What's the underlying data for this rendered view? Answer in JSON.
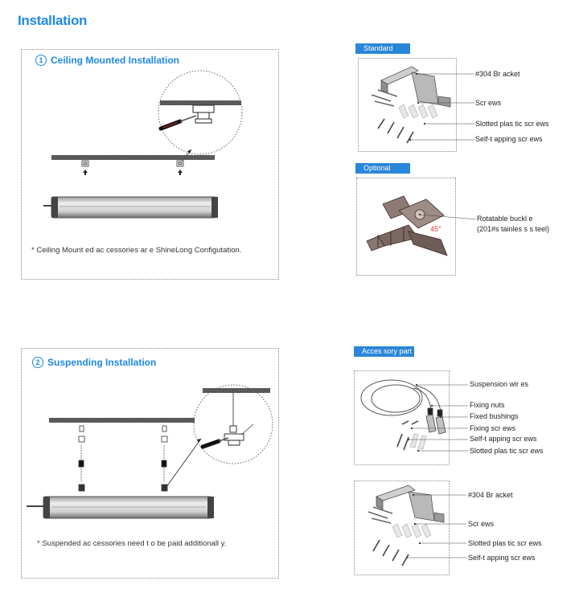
{
  "page_title": "Installation",
  "ceiling": {
    "num": "1",
    "title": "Ceiling Mounted Installation",
    "note": "* Ceiling Mount ed ac cessories ar e ShineLong  Configutation."
  },
  "suspending": {
    "num": "2",
    "title": "Suspending Installation",
    "note": "* Suspended ac cessories need t o be paid additionall y."
  },
  "standard": {
    "tag": "Standard",
    "labels": [
      "#304 Br acket",
      "Scr ews",
      "Slotted plas tic scr ews",
      "Self-t apping scr ews"
    ]
  },
  "optional": {
    "tag": "Optional",
    "label_line1": "Rotatable buckl e",
    "label_line2": "(201#s tainles s s teel)",
    "angle": "45°"
  },
  "accessory": {
    "tag": "Acces sory part",
    "labels": [
      "Suspension wir es",
      "Fixing nuts",
      "Fixed bushings",
      "Fixing scr ews",
      "Self-t apping scr ews",
      "Slotted plas tic scr ews"
    ]
  },
  "bracket_set": {
    "labels": [
      "#304 Br acket",
      "Scr ews",
      "Slotted plas tic scr ews",
      "Self-t apping scr ews"
    ]
  },
  "colors": {
    "accent": "#1e88e5",
    "tag_bg": "#2a86d8",
    "angle": "#e53935"
  }
}
